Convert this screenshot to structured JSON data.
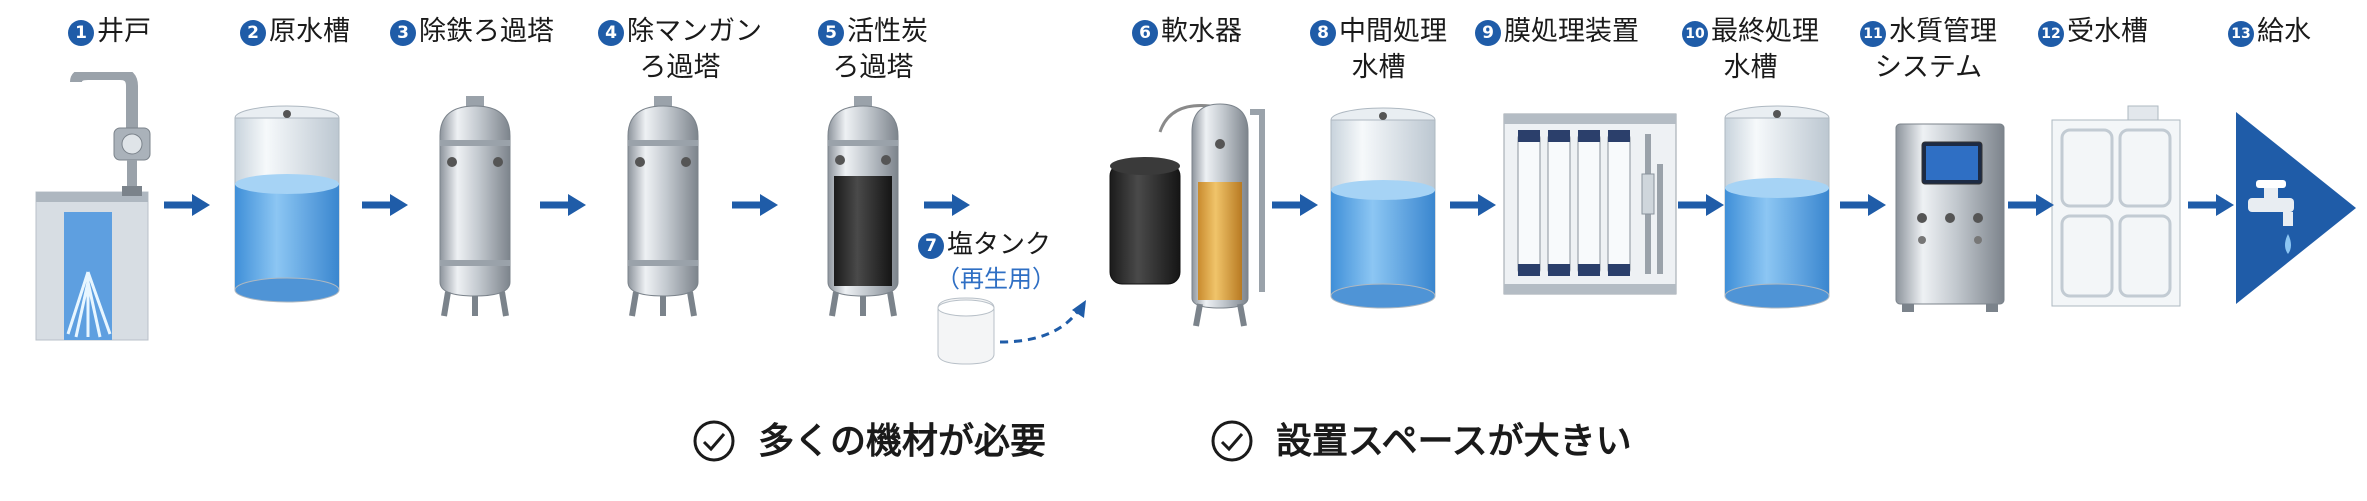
{
  "steps": [
    {
      "num": "1",
      "lines": [
        "井戸"
      ]
    },
    {
      "num": "2",
      "lines": [
        "原水槽"
      ]
    },
    {
      "num": "3",
      "lines": [
        "除鉄ろ過塔"
      ]
    },
    {
      "num": "4",
      "lines": [
        "除マンガン",
        "ろ過塔"
      ]
    },
    {
      "num": "5",
      "lines": [
        "活性炭",
        "ろ過塔"
      ]
    },
    {
      "num": "6",
      "lines": [
        "軟水器"
      ]
    },
    {
      "num": "7",
      "lines": [
        "塩タンク"
      ],
      "sub": "（再生用）"
    },
    {
      "num": "8",
      "lines": [
        "中間処理",
        "水槽"
      ]
    },
    {
      "num": "9",
      "lines": [
        "膜処理装置"
      ]
    },
    {
      "num": "10",
      "lines": [
        "最終処理",
        "水槽"
      ]
    },
    {
      "num": "11",
      "lines": [
        "水質管理",
        "システム"
      ]
    },
    {
      "num": "12",
      "lines": [
        "受水槽"
      ]
    },
    {
      "num": "13",
      "lines": [
        "給水"
      ]
    }
  ],
  "points": [
    {
      "text": "多くの機材が必要"
    },
    {
      "text": "設置スペースが大きい"
    }
  ],
  "colors": {
    "accent": "#1f5ca8",
    "water": "#5aa6e8",
    "steel": "#c9ced4"
  }
}
